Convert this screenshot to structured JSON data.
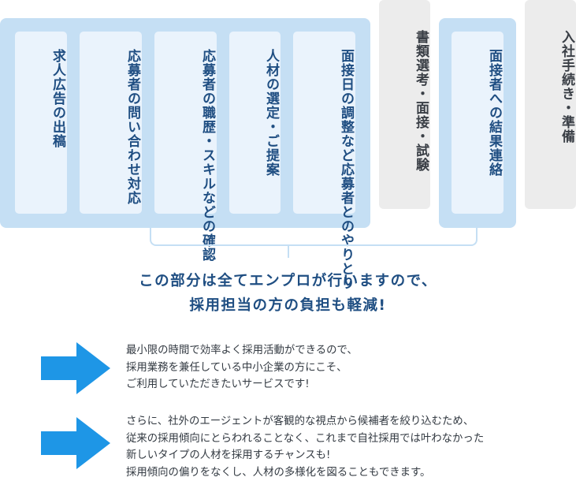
{
  "steps_group": {
    "cards": [
      {
        "name": "job-ad-card",
        "lines": [
          "求人広告の出稿"
        ]
      },
      {
        "name": "applicant-inquiry-card",
        "lines": [
          "応募者の",
          "問い合わせ対応"
        ]
      },
      {
        "name": "skill-check-card",
        "lines": [
          "応募者の職歴・",
          "スキルなどの確認"
        ]
      },
      {
        "name": "selection-proposal-card",
        "lines": [
          "人材の選定・ご提案"
        ]
      },
      {
        "name": "interview-scheduling-card",
        "lines": [
          "面接日の調整など",
          "応募者とのやりとり"
        ]
      }
    ]
  },
  "screening_card": {
    "lines": [
      "書類選考・面接・試験"
    ]
  },
  "result_group": {
    "lines": [
      "面接者への結果連絡"
    ]
  },
  "onboarding_card": {
    "lines": [
      "入社手続き・準備"
    ]
  },
  "headline": {
    "line1": "この部分は全てエンプロが行いますので、",
    "line2": "採用担当の方の負担も軽減!"
  },
  "benefits": [
    {
      "lines": [
        "最小限の時間で効率よく採用活動ができるので、",
        "採用業務を兼任している中小企業の方にこそ、",
        "ご利用していただきたいサービスです!"
      ]
    },
    {
      "lines": [
        "さらに、社外のエージェントが客観的な視点から候補者を絞り込むため、",
        "従来の採用傾向にとらわれることなく、これまで自社採用では叶わなかった",
        "新しいタイプの人材を採用するチャンスも!",
        "採用傾向の偏りをなくし、人材の多様化を図ることもできます。"
      ]
    }
  ],
  "colors": {
    "panel": "#c5dff4",
    "card": "#eaf3fc",
    "gray_card": "#ececec",
    "text_blue": "#1f4e82",
    "arrow": "#1e96e6"
  }
}
